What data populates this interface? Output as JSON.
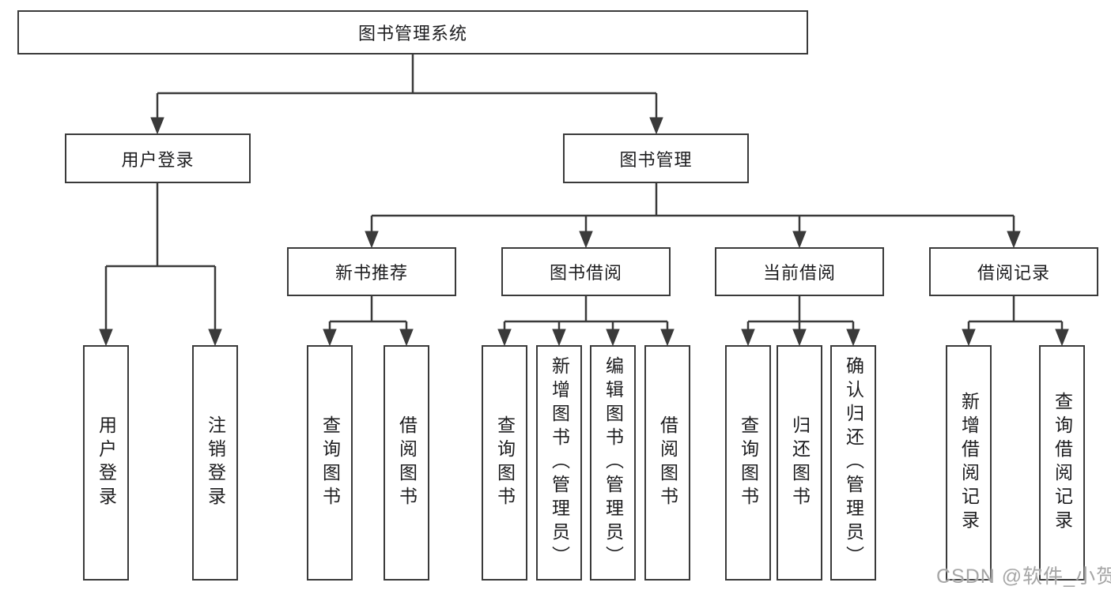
{
  "colors": {
    "line": "#3a3a3a",
    "text": "#1d1d1f",
    "watermark": "#a6a6a6",
    "background": "#ffffff"
  },
  "watermark": {
    "text": "CSDN @软件_小贺同学"
  },
  "tree": {
    "label": "图书管理系统",
    "children": [
      {
        "label": "用户登录",
        "children": [
          {
            "label": "用户登录"
          },
          {
            "label": "注销登录"
          }
        ]
      },
      {
        "label": "图书管理",
        "children": [
          {
            "label": "新书推荐",
            "children": [
              {
                "label": "查询图书"
              },
              {
                "label": "借阅图书"
              }
            ]
          },
          {
            "label": "图书借阅",
            "children": [
              {
                "label": "查询图书"
              },
              {
                "label": "新增图书（管理员）"
              },
              {
                "label": "编辑图书（管理员）"
              },
              {
                "label": "借阅图书"
              }
            ]
          },
          {
            "label": "当前借阅",
            "children": [
              {
                "label": "查询图书"
              },
              {
                "label": "归还图书"
              },
              {
                "label": "确认归还（管理员）"
              }
            ]
          },
          {
            "label": "借阅记录",
            "children": [
              {
                "label": "新增借阅记录"
              },
              {
                "label": "查询借阅记录"
              }
            ]
          }
        ]
      }
    ]
  }
}
